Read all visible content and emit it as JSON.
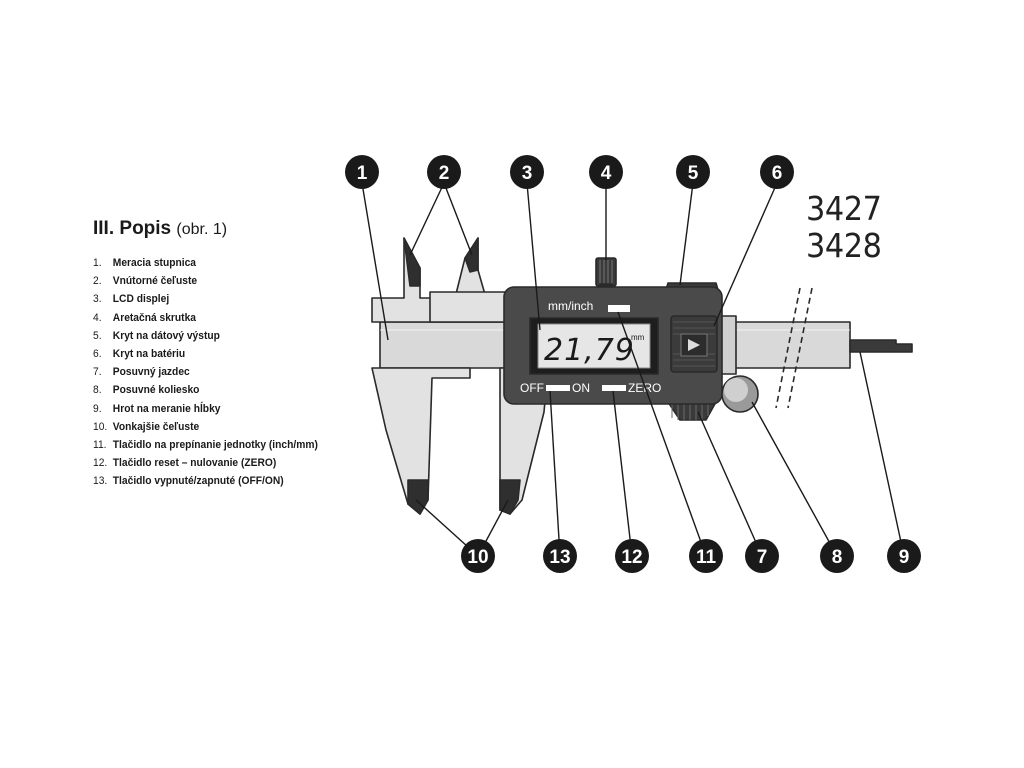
{
  "legend": {
    "title_bold": "III. Popis",
    "title_sub": "(obr. 1)",
    "items": [
      {
        "num": "1.",
        "label": "Meracia stupnica"
      },
      {
        "num": "2.",
        "label": "Vnútorné čeľuste"
      },
      {
        "num": "3.",
        "label": "LCD displej"
      },
      {
        "num": "4.",
        "label": "Aretačná skrutka"
      },
      {
        "num": "5.",
        "label": "Kryt na dátový výstup"
      },
      {
        "num": "6.",
        "label": "Kryt na batériu"
      },
      {
        "num": "7.",
        "label": "Posuvný jazdec"
      },
      {
        "num": "8.",
        "label": "Posuvné koliesko"
      },
      {
        "num": "9.",
        "label": "Hrot na meranie hĺbky"
      },
      {
        "num": "10.",
        "label": "Vonkajšie čeľuste"
      },
      {
        "num": "11.",
        "label": "Tlačidlo na prepínanie jednotky (inch/mm)"
      },
      {
        "num": "12.",
        "label": "Tlačidlo reset – nulovanie (ZERO)"
      },
      {
        "num": "13.",
        "label": "Tlačidlo vypnuté/zapnuté (OFF/ON)"
      }
    ]
  },
  "models": [
    "3427",
    "3428"
  ],
  "device": {
    "unit_button_label": "mm/inch",
    "lcd_value": "21,79",
    "lcd_unit": "mm",
    "off_label": "OFF",
    "on_label": "ON",
    "zero_label": "ZERO"
  },
  "callouts": [
    "1",
    "2",
    "3",
    "4",
    "5",
    "6",
    "7",
    "8",
    "9",
    "10",
    "11",
    "12",
    "13"
  ]
}
